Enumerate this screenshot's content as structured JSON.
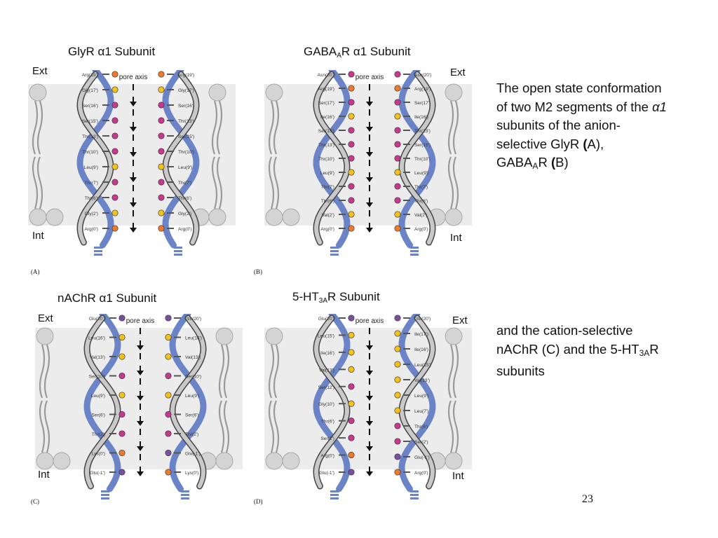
{
  "panels": [
    {
      "id": "A",
      "title": "GlyR α1 Subunit",
      "ext": "Ext",
      "int": "Int",
      "pore": "pore axis",
      "label": "(A)",
      "left_labels": [
        "Arg(19')",
        "Gly(17')",
        "Ser(16')",
        "Ser(15')",
        "Thr(13')",
        "Thr(10')",
        "Leu(9')",
        "Thr(7')",
        "Thr(6')",
        "Gly(2')",
        "Arg(0')"
      ],
      "right_labels": [
        "Arg(19')",
        "Gly(17')",
        "Ser(16')",
        "Thr(13')",
        "Ser(15')",
        "Thr(10')",
        "Leu(9')",
        "Thr(7')",
        "Thr(6')",
        "Gly(2')",
        "Arg(0')"
      ]
    },
    {
      "id": "B",
      "title_main": "GABA",
      "title_sub": "A",
      "title_rest": "R α1 Subunit",
      "ext": "Ext",
      "int": "Int",
      "pore": "pore axis",
      "label": "(B)",
      "left_labels": [
        "Asn(20')",
        "Arg(19')",
        "Ser(17')",
        "Ile(16')",
        "Ser(15')",
        "Thr(13')",
        "Thr(10')",
        "Leu(9')",
        "Thr(7')",
        "Thr(6')",
        "Val(2')",
        "Arg(0')"
      ],
      "right_labels": [
        "Asn(20')",
        "Arg(19')",
        "Ser(17')",
        "Ile(16')",
        "Thr(13')",
        "Ser(15')",
        "Thr(10')",
        "Leu(9')",
        "Thr(7')",
        "Thr(6')",
        "Val(2')",
        "Arg(0')"
      ]
    },
    {
      "id": "C",
      "title": "nAChR α1 Subunit",
      "ext": "Ext",
      "int": "Int",
      "pore": "pore axis",
      "label": "(C)",
      "left_labels": [
        "Glu(20')",
        "Leu(16')",
        "Val(13')",
        "Ser(10')",
        "Leu(9')",
        "Ser(6')",
        "Thr(2')",
        "Lys(0')",
        "Glu(-1')"
      ],
      "right_labels": [
        "Glu(20')",
        "Leu(16')",
        "Val(13')",
        "Ser(10')",
        "Leu(9')",
        "Ser(6')",
        "Thr(2')",
        "Glu(-1')",
        "Lys(0')"
      ]
    },
    {
      "id": "D",
      "title_main": "5-HT",
      "title_sub": "3A",
      "title_rest": "R Subunit",
      "ext": "Ext",
      "int": "Int",
      "pore": "pore axis",
      "label": "(D)",
      "left_labels": [
        "Glu(20')",
        "Leu(15')",
        "Ile(16')",
        "Val(13')",
        "Ser(12')",
        "Gly(10')",
        "Thr(6')",
        "Ser(2')",
        "Arg(0')",
        "Glu(-1')"
      ],
      "right_labels": [
        "Glu(20')",
        "Ile(17')",
        "Ile(16')",
        "Leu(15')",
        "Val(13')",
        "Leu(9')",
        "Leu(7')",
        "Thr(6')",
        "Ser(2')",
        "Glu(-1')",
        "Arg(0')"
      ]
    }
  ],
  "caption1": {
    "line1": "The open state conformation",
    "line2_a": "of two M2 segments of the ",
    "line2_alpha": "α1",
    "line3": "subunits of the anion-",
    "line4_a": "selective GlyR ",
    "line4_open": "(",
    "line4_letter": "A",
    "line4_close": "),",
    "line5_main": "GABA",
    "line5_sub": "A",
    "line5_r": "R ",
    "line5_open": "(",
    "line5_letter": "B",
    "line5_close": ")"
  },
  "caption2": {
    "line1": "and the cation-selective",
    "line2_a": "nAChR (C) and the 5-HT",
    "line2_sub": "3A",
    "line2_b": "R",
    "line3": "subunits"
  },
  "page_number": "23",
  "colors": {
    "helix_blue": "#6b83c7",
    "helix_grey": "#c9c9c9",
    "membrane_bg": "#ececec",
    "lipid_head": "#d4d4d4",
    "polar": "#c8388f",
    "hydrophobic": "#f2c21b",
    "basic": "#ef7b2a",
    "acidic": "#7a4fa0"
  }
}
